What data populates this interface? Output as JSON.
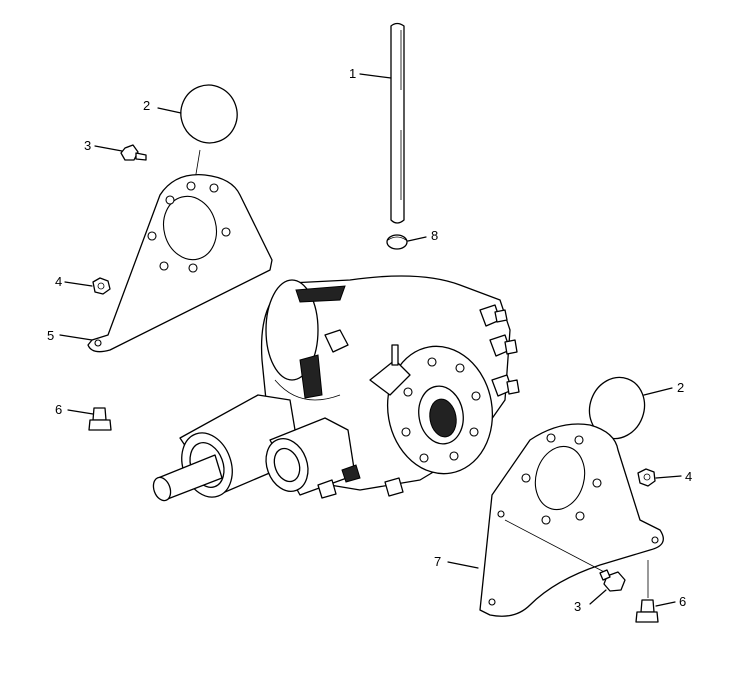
{
  "callouts": {
    "c1": "1",
    "c2a": "2",
    "c2b": "2",
    "c3a": "3",
    "c3b": "3",
    "c4a": "4",
    "c4b": "4",
    "c5": "5",
    "c6a": "6",
    "c6b": "6",
    "c7": "7",
    "c8": "8"
  }
}
